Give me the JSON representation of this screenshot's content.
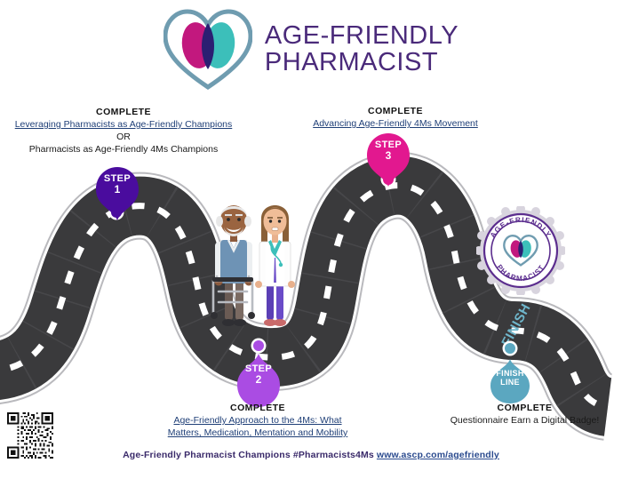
{
  "logo": {
    "line1": "AGE-FRIENDLY",
    "line2": "PHARMACIST",
    "mark_name": "double-heart-logo",
    "colors": {
      "magenta": "#c2187e",
      "teal": "#3cbfba",
      "overlap": "#2b1f72",
      "swoosh": "#6f9cb0",
      "text": "#4a2a7a"
    }
  },
  "steps": [
    {
      "id": "step-1",
      "badge_word": "STEP",
      "badge_number": "1",
      "color": "#4a0c9e",
      "complete_label": "COMPLETE",
      "link_text": "Leveraging Pharmacists as Age-Friendly Champions",
      "or_text": "OR",
      "alt_text": "Pharmacists as Age-Friendly 4Ms Champions"
    },
    {
      "id": "step-2",
      "badge_word": "STEP",
      "badge_number": "2",
      "color": "#aa4ce3",
      "complete_label": "COMPLETE",
      "link_line1": "Age-Friendly Approach to the 4Ms: What",
      "link_line2": "Matters, Medication, Mentation and Mobility"
    },
    {
      "id": "step-3",
      "badge_word": "STEP",
      "badge_number": "3",
      "color": "#e2188f",
      "complete_label": "COMPLETE",
      "link_text": "Advancing Age-Friendly 4Ms Movement"
    }
  ],
  "finish": {
    "badge_line1": "FINISH",
    "badge_line2": "LINE",
    "color": "#5ba7c0",
    "complete_label": "COMPLETE",
    "caption": "Questionnaire Earn a Digital Badge!",
    "road_paint_text": "FINISH"
  },
  "seal": {
    "top_arc_text": "AGE-FRIENDLY",
    "bottom_arc_text": "PHARMACIST",
    "ring_color": "#5b2d8e",
    "name": "age-friendly-pharmacist-seal"
  },
  "illustration": {
    "name": "older-adult-with-walker-and-pharmacist",
    "figures": [
      "older-man-with-walker",
      "female-pharmacist"
    ]
  },
  "road": {
    "name": "winding-road",
    "asphalt": "#3a3a3c",
    "edge": "#ffffff",
    "dash": "#ffffff"
  },
  "qr_code": {
    "name": "qr-code"
  },
  "footer": {
    "text": "Age-Friendly Pharmacist Champions #Pharmacists4Ms ",
    "url": "www.ascp.com/agefriendly"
  }
}
